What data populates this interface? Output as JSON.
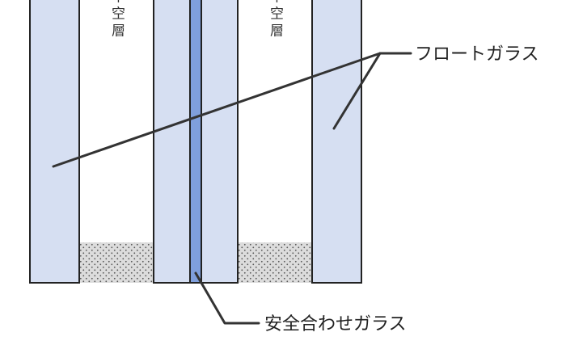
{
  "diagram": {
    "hollow_layer_label": "中空層",
    "float_glass_label": "フロートガラス",
    "laminated_glass_label": "安全合わせガラス"
  },
  "colors": {
    "glass_fill": "#d6dff2",
    "interlayer_fill": "#7f9fdc",
    "outline": "#222222",
    "spacer_dot": "#555555",
    "spacer_bg": "#d9d9d9"
  }
}
